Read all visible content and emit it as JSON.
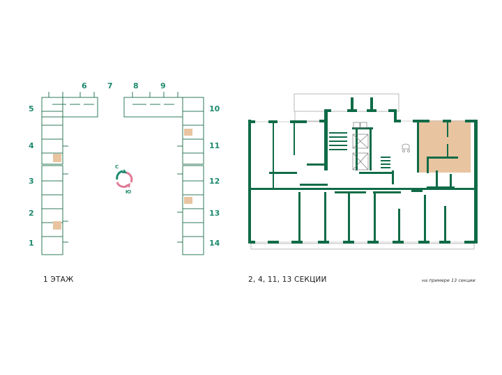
{
  "colors": {
    "wall": "#0f6b47",
    "wall_thin": "#2d7a5a",
    "section_number": "#1d8a6e",
    "highlight_apartment": "#e8c4a0",
    "compass_north": "#1d8a6e",
    "compass_south": "#e07a96",
    "outline": "#b8b8b8"
  },
  "site_plan": {
    "caption": "1 ЭТАЖ",
    "sections": [
      {
        "num": "1",
        "side": "left"
      },
      {
        "num": "2",
        "side": "left"
      },
      {
        "num": "3",
        "side": "left"
      },
      {
        "num": "4",
        "side": "left"
      },
      {
        "num": "5",
        "side": "left"
      },
      {
        "num": "6",
        "side": "top"
      },
      {
        "num": "7",
        "side": "top"
      },
      {
        "num": "8",
        "side": "top"
      },
      {
        "num": "9",
        "side": "top"
      },
      {
        "num": "10",
        "side": "right"
      },
      {
        "num": "11",
        "side": "right"
      },
      {
        "num": "12",
        "side": "right"
      },
      {
        "num": "13",
        "side": "right"
      },
      {
        "num": "14",
        "side": "right"
      }
    ],
    "compass": {
      "north": "С",
      "south": "Ю"
    }
  },
  "floor_plan": {
    "caption": "2, 4, 11, 13 СЕКЦИИ",
    "note": "на примере 13 секции"
  }
}
